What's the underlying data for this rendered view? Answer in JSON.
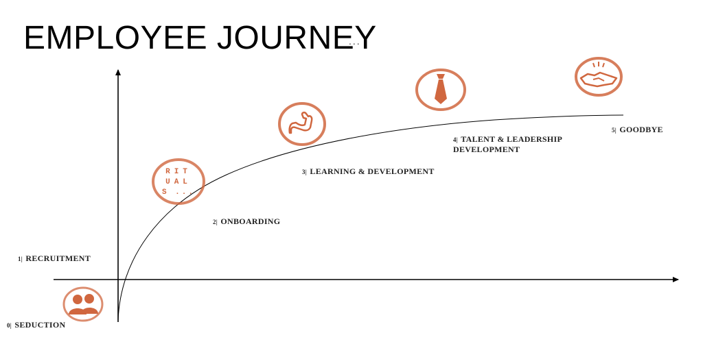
{
  "title": "EMPLOYEE JOURNEY",
  "title_suffix": "...",
  "accent_color": "#d0673f",
  "stages": [
    {
      "num": "0|",
      "label": "SEDUCTION",
      "icon": "people-icon"
    },
    {
      "num": "1|",
      "label": "RECRUITMENT"
    },
    {
      "num": "2|",
      "label": "ONBOARDING",
      "icon": "rituals-stamp-icon",
      "icon_text": [
        "RIT",
        "UAL",
        "S ..."
      ]
    },
    {
      "num": "3|",
      "label": "LEARNING & DEVELOPMENT",
      "icon": "flexed-arm-icon"
    },
    {
      "num": "4|",
      "label": "TALENT & LEADERSHIP",
      "label_line2": "DEVELOPMENT",
      "icon": "necktie-icon"
    },
    {
      "num": "5|",
      "label": "GOODBYE",
      "icon": "handshake-icon"
    }
  ]
}
